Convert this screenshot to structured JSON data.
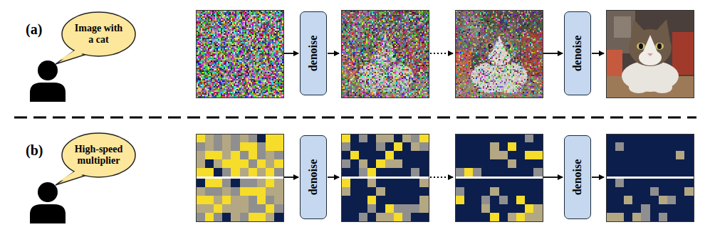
{
  "diagram": {
    "nodes": [
      {
        "text": [
          "Image with a cat"
        ]
      },
      {
        "text": [
          "denoise"
        ]
      },
      {
        "text": [
          "denoise"
        ]
      },
      {
        "text": [
          "High-speed multiplier"
        ]
      },
      {
        "text": [
          "denoise"
        ]
      },
      {
        "text": [
          "denoise"
        ]
      }
    ],
    "labels": [
      "(a)",
      "(b)"
    ]
  }
}
